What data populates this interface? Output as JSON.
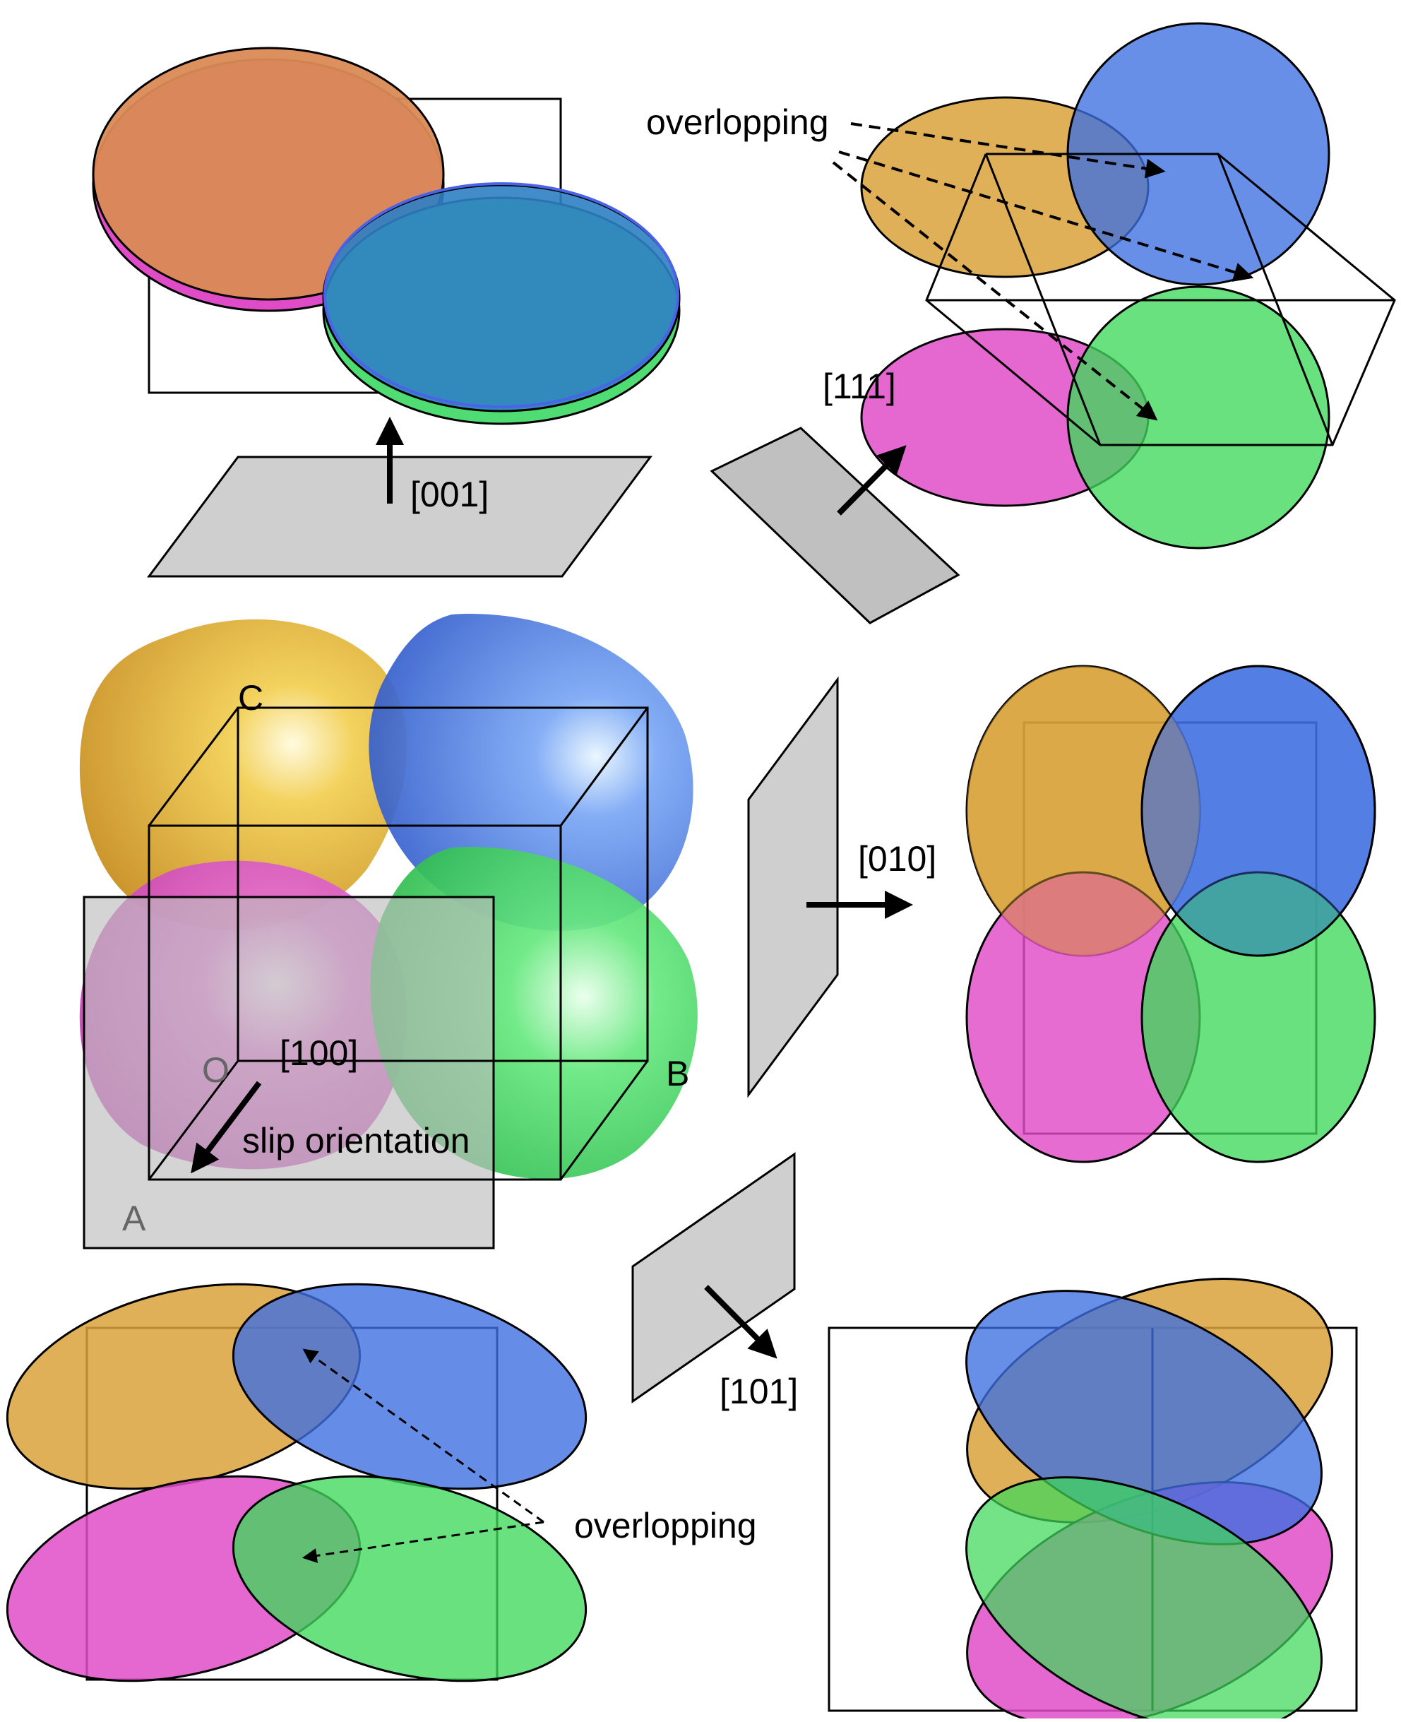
{
  "colors": {
    "orange": "#d9a23a",
    "blue": "#3e6fe0",
    "magenta": "#e04cc8",
    "green": "#3ed85a",
    "plane": "#cfcfcf",
    "outline": "#000000"
  },
  "labels": {
    "overlap_top": "overlopping",
    "overlap_bottom": "overlopping",
    "dir_001": "[001]",
    "dir_111": "[111]",
    "dir_010": "[010]",
    "dir_100": "[100]",
    "dir_101": "[101]",
    "slip": "slip orientation",
    "corner_c": "C",
    "corner_o": "O",
    "corner_a": "A",
    "corner_b": "B"
  }
}
